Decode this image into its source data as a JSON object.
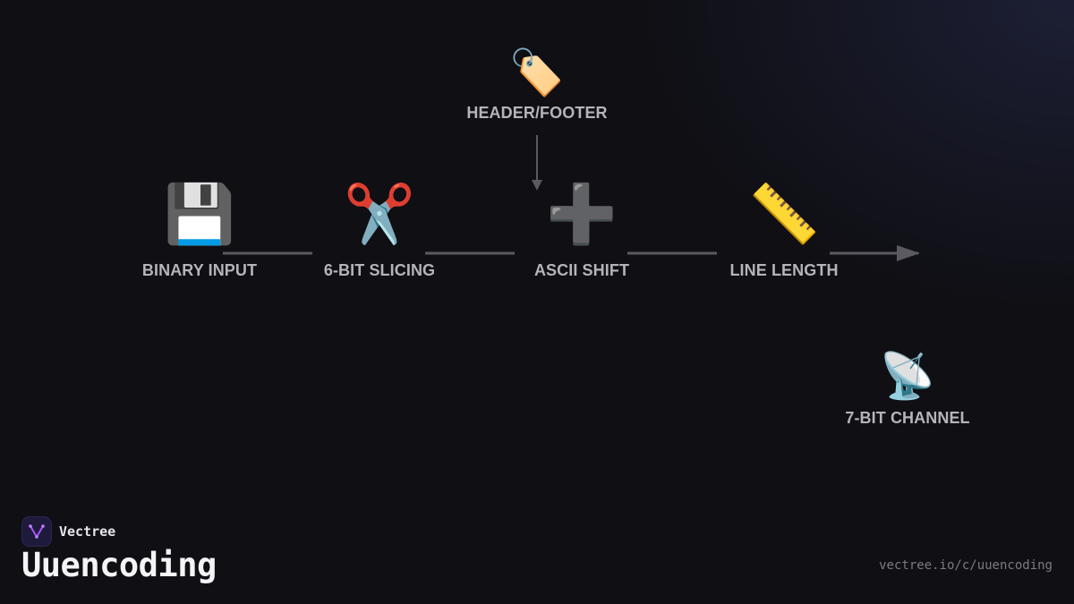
{
  "diagram": {
    "nodes": [
      {
        "id": "header-footer",
        "icon": "🏷️",
        "icon_name": "label-tag-icon",
        "label": "HEADER/FOOTER"
      },
      {
        "id": "binary-input",
        "icon": "💾",
        "icon_name": "floppy-disk-icon",
        "label": "BINARY INPUT"
      },
      {
        "id": "six-bit-slicing",
        "icon": "✂️",
        "icon_name": "scissors-icon",
        "label": "6-BIT SLICING"
      },
      {
        "id": "ascii-shift",
        "icon": "➕",
        "icon_name": "plus-icon",
        "label": "ASCII SHIFT"
      },
      {
        "id": "line-length",
        "icon": "📏",
        "icon_name": "ruler-icon",
        "label": "LINE LENGTH"
      },
      {
        "id": "seven-bit-channel",
        "icon": "📡",
        "icon_name": "satellite-dish-icon",
        "label": "7-BIT CHANNEL"
      }
    ],
    "edges": [
      {
        "from": "binary-input",
        "to": "six-bit-slicing",
        "arrow": false
      },
      {
        "from": "six-bit-slicing",
        "to": "ascii-shift",
        "arrow": false
      },
      {
        "from": "ascii-shift",
        "to": "line-length",
        "arrow": false
      },
      {
        "from": "line-length",
        "to": "seven-bit-channel",
        "arrow": true
      },
      {
        "from": "header-footer",
        "to": "ascii-shift",
        "arrow": true
      }
    ],
    "colors": {
      "edge": "#5a5a60",
      "label": "#b4b4ba"
    }
  },
  "footer": {
    "brand_name": "Vectree",
    "title": "Uuencoding",
    "url": "vectree.io/c/uuencoding",
    "accent": "#a855f7"
  }
}
